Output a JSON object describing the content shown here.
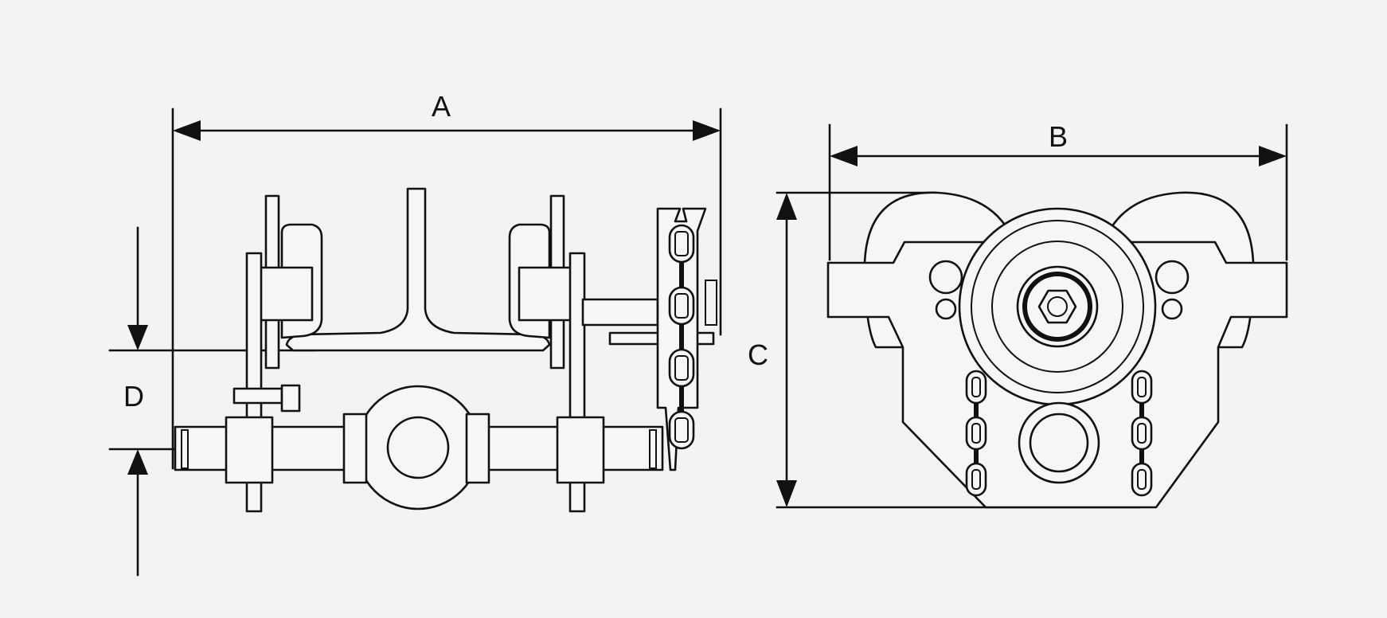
{
  "labels": {
    "a": "A",
    "b": "B",
    "c": "C",
    "d": "D"
  },
  "colors": {
    "line": "#111111",
    "background": "#f3f3f2"
  }
}
